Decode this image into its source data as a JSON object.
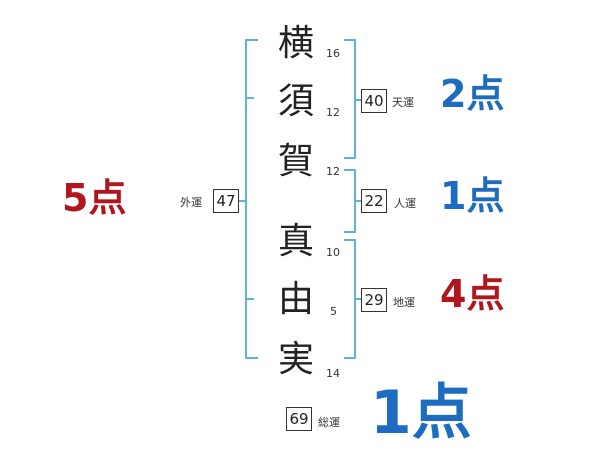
{
  "colors": {
    "bracket": "#5fb4d6",
    "good": "#1d6cc0",
    "bad": "#b0161c",
    "text": "#222222"
  },
  "name_chars": [
    {
      "char": "横",
      "strokes": "16"
    },
    {
      "char": "須",
      "strokes": "12"
    },
    {
      "char": "賀",
      "strokes": "12"
    },
    {
      "char": "真",
      "strokes": "10"
    },
    {
      "char": "由",
      "strokes": "5"
    },
    {
      "char": "実",
      "strokes": "14"
    }
  ],
  "fortunes": {
    "tenkaku": {
      "label": "天運",
      "value": "40",
      "score": "2点"
    },
    "jinkaku": {
      "label": "人運",
      "value": "22",
      "score": "1点"
    },
    "chikaku": {
      "label": "地運",
      "value": "29",
      "score": "4点"
    },
    "gaikaku": {
      "label": "外運",
      "value": "47",
      "score": "5点"
    },
    "soukaku": {
      "label": "総運",
      "value": "69",
      "score": "1点"
    }
  }
}
